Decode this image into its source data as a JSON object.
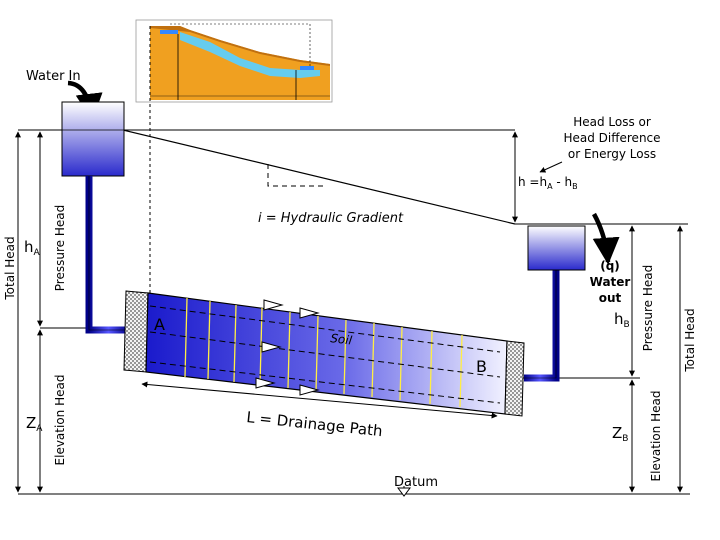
{
  "labels": {
    "water_in": "Water In",
    "head_loss": [
      "Head Loss or",
      "Head Difference",
      "or Energy Loss"
    ],
    "h_diff_prefix": "h =h",
    "h_diff_sub_a": "A",
    "h_diff_mid": " - h",
    "h_diff_sub_b": "B",
    "hydraulic_gradient": "i = Hydraulic Gradient",
    "total_head_left": "Total Head",
    "pressure_head_left": "Pressure Head",
    "elevation_head_left": "Elevation Head",
    "h_a_main": "h",
    "h_a_sub": "A",
    "z_a_main": "Z",
    "z_a_sub": "A",
    "point_a": "A",
    "point_b": "B",
    "soil": "Soil",
    "drainage_path": "L = Drainage Path",
    "q_out": [
      "(q)",
      "Water",
      "out"
    ],
    "h_b_main": "h",
    "h_b_sub": "B",
    "z_b_main": "Z",
    "z_b_sub": "B",
    "pressure_head_right": "Pressure Head",
    "elevation_head_right": "Elevation Head",
    "total_head_right": "Total Head",
    "datum": "Datum"
  },
  "colors": {
    "water_blue": "#2233cc",
    "soil_yellow": "#ffee44",
    "inset_orange": "#f0a020",
    "inset_water": "#66ccee"
  }
}
